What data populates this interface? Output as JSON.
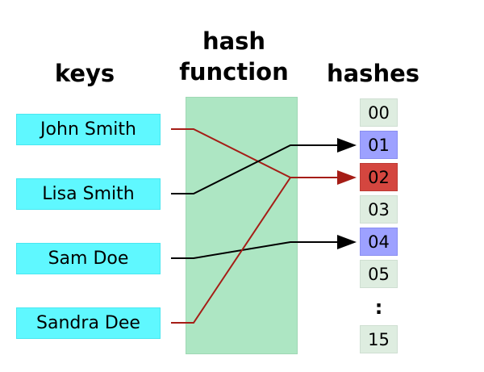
{
  "headings": {
    "keys": "keys",
    "hash_function_line1": "hash",
    "hash_function_line2": "function",
    "hashes": "hashes"
  },
  "keys": [
    {
      "label": "John Smith",
      "maps_to": "02"
    },
    {
      "label": "Lisa Smith",
      "maps_to": "01"
    },
    {
      "label": "Sam Doe",
      "maps_to": "04"
    },
    {
      "label": "Sandra Dee",
      "maps_to": "02"
    }
  ],
  "hashes": [
    {
      "label": "00",
      "state": "empty"
    },
    {
      "label": "01",
      "state": "occupied"
    },
    {
      "label": "02",
      "state": "collision"
    },
    {
      "label": "03",
      "state": "empty"
    },
    {
      "label": "04",
      "state": "occupied"
    },
    {
      "label": "05",
      "state": "empty"
    },
    {
      "label": ":",
      "state": "ellipsis"
    },
    {
      "label": "15",
      "state": "empty"
    }
  ],
  "colors": {
    "key_box": "#5ff8ff",
    "function_box": "#ade6c3",
    "hash_empty": "#deede0",
    "hash_occupied": "#9da1ff",
    "hash_collision": "#d4463f",
    "line_normal": "#000000",
    "line_collision": "#a51d16"
  }
}
